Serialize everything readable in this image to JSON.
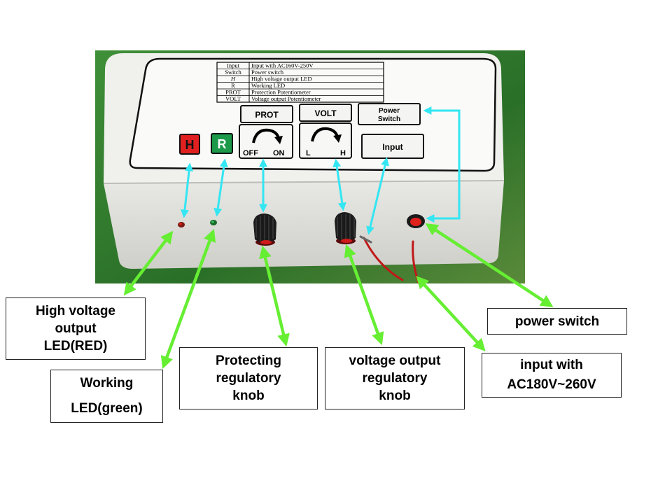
{
  "legend_table": {
    "rows": [
      {
        "key": "Input",
        "desc": "Input  with  AC160V-250V"
      },
      {
        "key": "Switch",
        "desc": "Power  switch"
      },
      {
        "key": "H",
        "desc": "High  voltage  output  LED"
      },
      {
        "key": "R",
        "desc": "Working  LED"
      },
      {
        "key": "PROT",
        "desc": "Protection  Potentiometer"
      },
      {
        "key": "VOLT",
        "desc": "Voltage  output  Potentiometer"
      }
    ]
  },
  "panel": {
    "prot_label": "PROT",
    "volt_label": "VOLT",
    "power_switch_label_1": "Power",
    "power_switch_label_2": "Switch",
    "input_label": "Input",
    "h_label": "H",
    "r_label": "R",
    "off_label": "OFF",
    "on_label": "ON",
    "l_label": "L",
    "hi_label": "H"
  },
  "callouts": {
    "high_voltage_led": [
      "High voltage",
      "output",
      "LED(RED)"
    ],
    "working_led": [
      "Working",
      "LED(green)"
    ],
    "protecting_knob": [
      "Protecting",
      "regulatory",
      "knob"
    ],
    "voltage_knob": [
      "voltage output",
      "regulatory",
      "knob"
    ],
    "power_switch": [
      "power switch"
    ],
    "input": [
      "input with",
      "AC180V~260V"
    ]
  },
  "colors": {
    "photo_bg": "#2f7d2a",
    "box": "#efefec",
    "cyan_arrow": "#33e6f2",
    "green_arrow": "#66ee33",
    "led_red": "#e0201a",
    "led_green": "#1a9a46"
  }
}
